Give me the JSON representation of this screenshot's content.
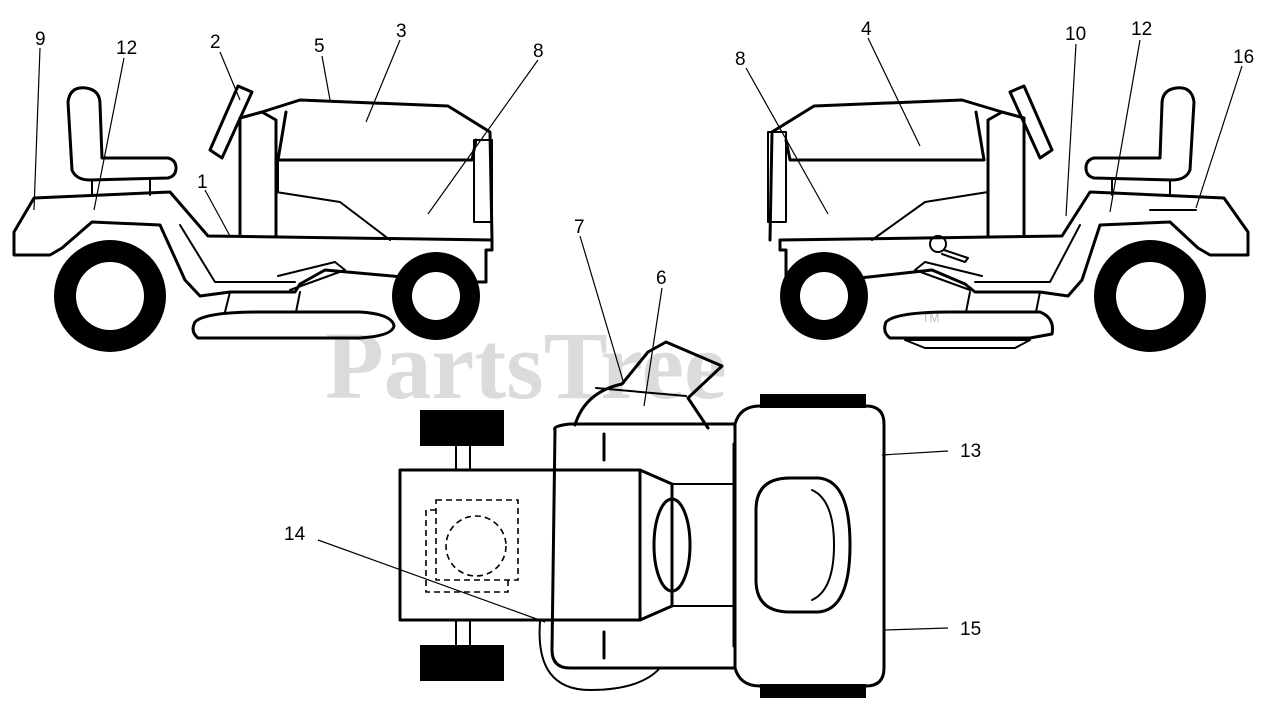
{
  "watermark": {
    "text": "PartsTree",
    "trademark": "TM"
  },
  "callouts": {
    "c1": "1",
    "c2": "2",
    "c3": "3",
    "c4": "4",
    "c5": "5",
    "c6": "6",
    "c7": "7",
    "c8a": "8",
    "c8b": "8",
    "c9": "9",
    "c10": "10",
    "c12a": "12",
    "c12b": "12",
    "c13": "13",
    "c14": "14",
    "c15": "15",
    "c16": "16"
  },
  "colors": {
    "ink": "#000000",
    "watermark": "#bdbdbd",
    "background": "#ffffff"
  }
}
